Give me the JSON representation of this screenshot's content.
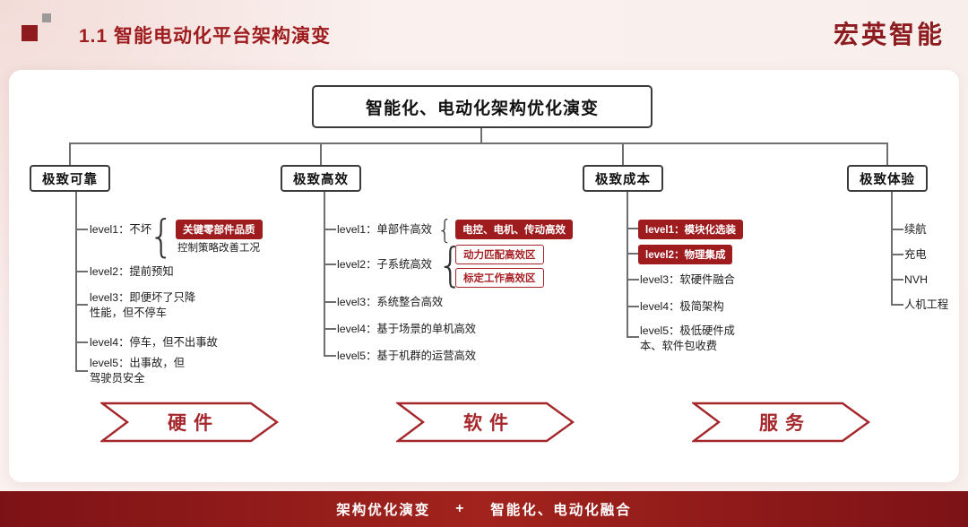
{
  "header": {
    "title": "1.1 智能电动化平台架构演变",
    "brand": "宏英智能"
  },
  "root_box": {
    "label": "智能化、电动化架构优化演变"
  },
  "glyphs": {
    "brace": "{"
  },
  "columns": [
    {
      "title": "极致可靠",
      "items": [
        {
          "label": "level1：不坏"
        },
        {
          "label": "level2：提前预知"
        },
        {
          "label": "level3：即便坏了只降性能，但不停车"
        },
        {
          "label": "level4：停车，但不出事故"
        },
        {
          "label": "level5：出事故，但驾驶员安全"
        }
      ],
      "callouts": [
        {
          "label": "关键零部件品质",
          "style": "filled"
        },
        {
          "label": "控制策略改善工况",
          "style": "plain"
        }
      ]
    },
    {
      "title": "极致高效",
      "items": [
        {
          "label": "level1：单部件高效"
        },
        {
          "label": "level2：子系统高效"
        },
        {
          "label": "level3：系统整合高效"
        },
        {
          "label": "level4：基于场景的单机高效"
        },
        {
          "label": "level5：基于机群的运营高效"
        }
      ],
      "callouts": [
        {
          "label": "电控、电机、传动高效",
          "style": "filled"
        },
        {
          "label": "动力匹配高效区",
          "style": "outline"
        },
        {
          "label": "标定工作高效区",
          "style": "outline"
        }
      ]
    },
    {
      "title": "极致成本",
      "items": [
        {
          "label": "level1：模块化选装",
          "style": "filled"
        },
        {
          "label": "level2：物理集成",
          "style": "filled"
        },
        {
          "label": "level3：软硬件融合"
        },
        {
          "label": "level4：极简架构"
        },
        {
          "label": "level5：极低硬件成本、软件包收费"
        }
      ]
    },
    {
      "title": "极致体验",
      "items": [
        {
          "label": "续航"
        },
        {
          "label": "充电"
        },
        {
          "label": "NVH"
        },
        {
          "label": "人机工程"
        }
      ]
    }
  ],
  "arrows": [
    {
      "label": "硬件"
    },
    {
      "label": "软件"
    },
    {
      "label": "服务"
    }
  ],
  "footer": {
    "left": "架构优化演变",
    "plus": "+",
    "right": "智能化、电动化融合"
  },
  "colors": {
    "accent": "#9e1b1e",
    "footer_dark": "#7d1216"
  }
}
